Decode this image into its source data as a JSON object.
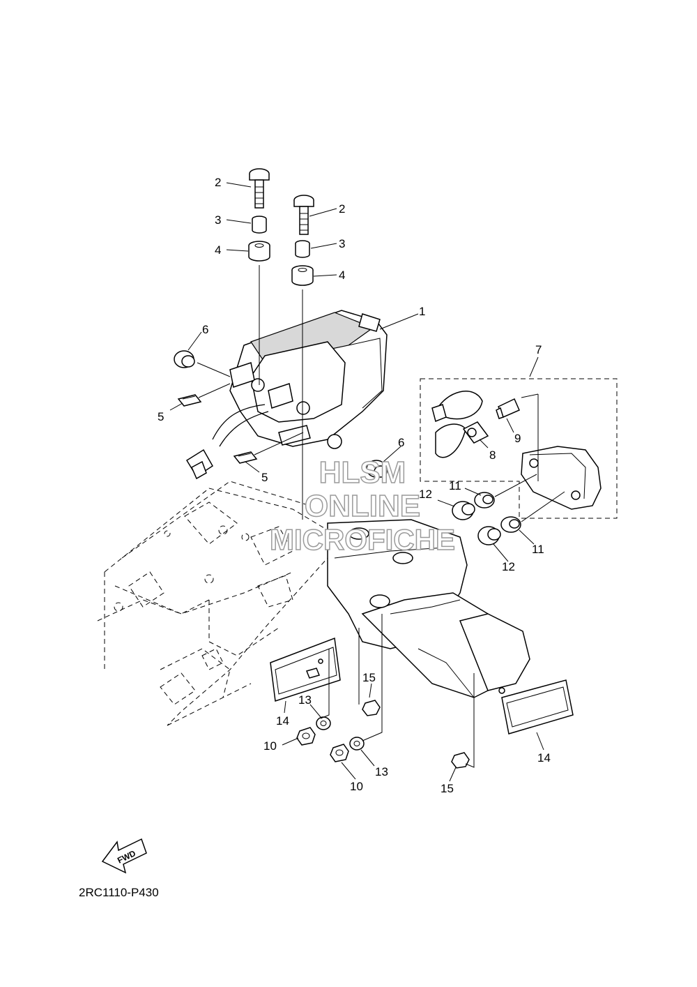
{
  "diagram": {
    "code": "2RC1110-P430",
    "fwd_label": "FWD",
    "watermark": [
      "HLSM",
      "ONLINE",
      "MICROFICHE"
    ],
    "callouts": [
      {
        "id": "c2a",
        "text": "2"
      },
      {
        "id": "c3a",
        "text": "3"
      },
      {
        "id": "c4a",
        "text": "4"
      },
      {
        "id": "c2b",
        "text": "2"
      },
      {
        "id": "c3b",
        "text": "3"
      },
      {
        "id": "c4b",
        "text": "4"
      },
      {
        "id": "c1",
        "text": "1"
      },
      {
        "id": "c6a",
        "text": "6"
      },
      {
        "id": "c5a",
        "text": "5"
      },
      {
        "id": "c5b",
        "text": "5"
      },
      {
        "id": "c6b",
        "text": "6"
      },
      {
        "id": "c7",
        "text": "7"
      },
      {
        "id": "c9",
        "text": "9"
      },
      {
        "id": "c8",
        "text": "8"
      },
      {
        "id": "c11a",
        "text": "11"
      },
      {
        "id": "c12a",
        "text": "12"
      },
      {
        "id": "c11b",
        "text": "11"
      },
      {
        "id": "c12b",
        "text": "12"
      },
      {
        "id": "c15a",
        "text": "15"
      },
      {
        "id": "c13a",
        "text": "13"
      },
      {
        "id": "c14a",
        "text": "14"
      },
      {
        "id": "c10a",
        "text": "10"
      },
      {
        "id": "c13b",
        "text": "13"
      },
      {
        "id": "c10b",
        "text": "10"
      },
      {
        "id": "c14b",
        "text": "14"
      },
      {
        "id": "c15b",
        "text": "15"
      }
    ]
  }
}
